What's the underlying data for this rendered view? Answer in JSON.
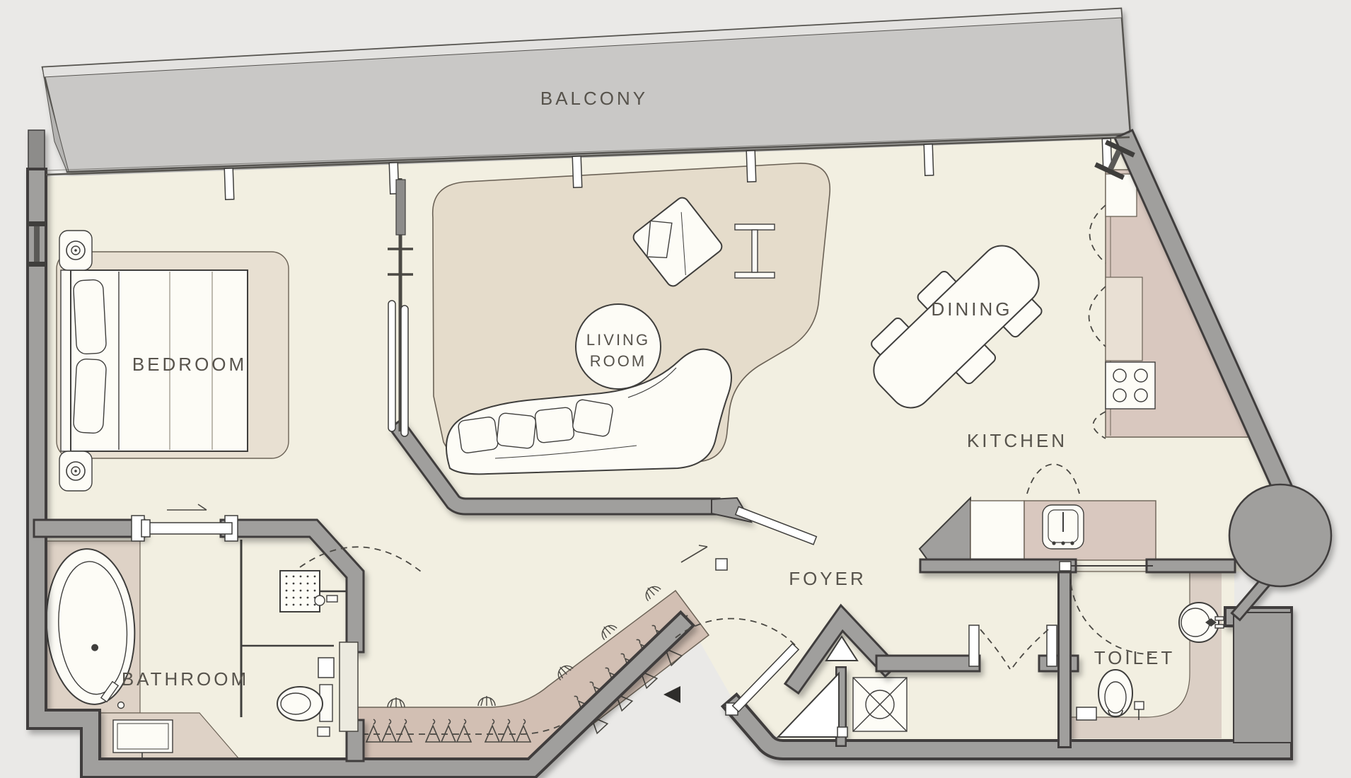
{
  "plan": {
    "type": "apartment-floor-plan",
    "labels": {
      "balcony": "BALCONY",
      "bedroom": "BEDROOM",
      "living1": "LIVING",
      "living2": "ROOM",
      "dining": "DINING",
      "kitchen": "KITCHEN",
      "foyer": "FOYER",
      "bathroom": "BATHROOM",
      "toilet": "TOILET"
    },
    "colors": {
      "background": "#eae9e7",
      "balcony_deck": "#c9c8c6",
      "floor": "#f2efe1",
      "wall": "#a09f9d",
      "wall_outline": "#3f3e3c",
      "living_rug": "#e5dccb",
      "bedroom_rug": "#e8e0d2",
      "closet_tile": "#d2bfb3",
      "kitchen_counter": "#d9c8bf",
      "bath_tile": "#ded2c6",
      "toilet_tile": "#dbcfc5",
      "label_text": "#57534c"
    },
    "fixtures": [
      "bed",
      "pillows",
      "nightstand-lamp-left",
      "nightstand-lamp-right",
      "sliding-partition",
      "sofa",
      "sofa-cushions",
      "armchair",
      "side-table",
      "dining-table",
      "dining-chairs",
      "kitchen-tall-unit",
      "stove-4-burners",
      "kitchen-island-sink",
      "dishwasher",
      "cabinet-door-arcs",
      "wardrobe-hangers",
      "wardrobe-rod",
      "entry-door-swing",
      "entry-arrow",
      "structural-column",
      "shaft-fan-unit",
      "bathtub",
      "shower-head",
      "bathroom-toilet",
      "bathroom-bench",
      "toilet-wc",
      "wash-basin",
      "toilet-door-swing",
      "pocket-door-bedroom",
      "sliding-door-foyer",
      "window-mullions",
      "steel-column-left",
      "steel-column-right"
    ]
  }
}
